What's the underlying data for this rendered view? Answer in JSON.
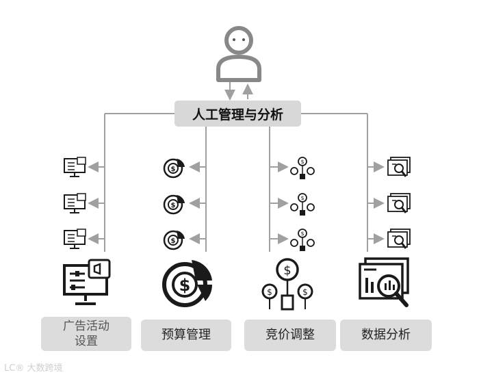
{
  "diagram": {
    "manager_label": "人工管理与分析",
    "categories": [
      {
        "label_line1": "广告活动",
        "label_line2": "设置",
        "icon": "monitor-megaphone-icon"
      },
      {
        "label_line1": "预算管理",
        "label_line2": "",
        "icon": "dollar-pie-chart-icon"
      },
      {
        "label_line1": "竞价调整",
        "label_line2": "",
        "icon": "dollar-balloons-icon"
      },
      {
        "label_line1": "数据分析",
        "label_line2": "",
        "icon": "chart-magnifier-icon"
      }
    ],
    "top_icon": "person-icon",
    "watermark": "LC® 大数跨境",
    "colors": {
      "line": "#a0a0a0",
      "box": "#d8d8d8",
      "icon": "#1a1a1a"
    }
  }
}
